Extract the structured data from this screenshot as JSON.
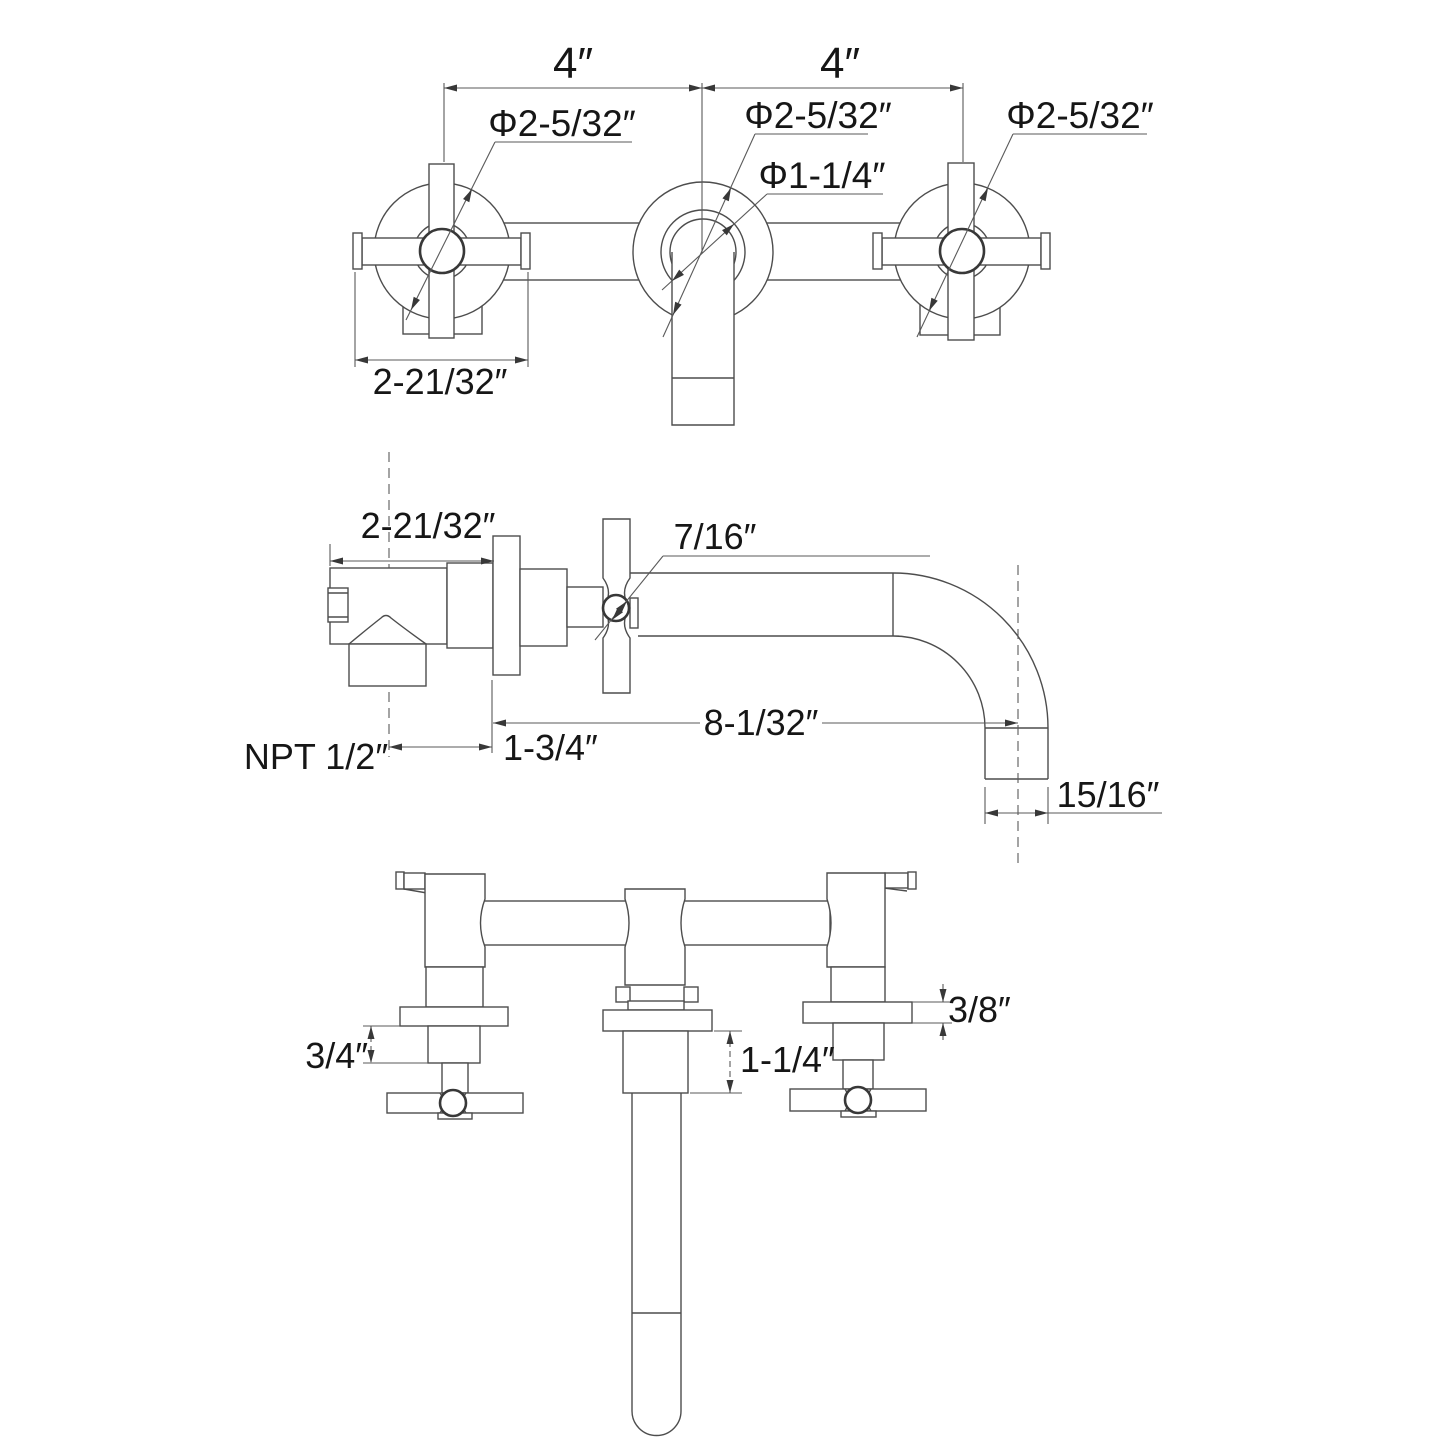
{
  "drawing_title": "3-hole wall-mount faucet installation dimension drawing",
  "front_view": {
    "dim_left_spacing": "4″",
    "dim_right_spacing": "4″",
    "label_left_escutcheon_dia": "Φ2-5/32″",
    "label_center_escutcheon_dia": "Φ2-5/32″",
    "label_spout_tube_dia": "Φ1-1/4″",
    "label_right_escutcheon_dia": "Φ2-5/32″",
    "dim_handle_span": "2-21/32″"
  },
  "side_view": {
    "dim_valve_width": "2-21/32″",
    "dim_stem_dia": "7/16″",
    "label_inlet_thread": "NPT 1/2″",
    "dim_plate_offset": "1-3/4″",
    "dim_spout_reach": "8-1/32″",
    "dim_outlet_inset": "15/16″"
  },
  "plan_view": {
    "dim_handle_flange_height": "3/4″",
    "dim_center_flange_height": "1-1/4″",
    "dim_escutcheon_thickness": "3/8″"
  },
  "colors": {
    "line": "#4d4d4d",
    "dimension": "#5a5a5a",
    "text": "#161616",
    "background": "#ffffff"
  }
}
